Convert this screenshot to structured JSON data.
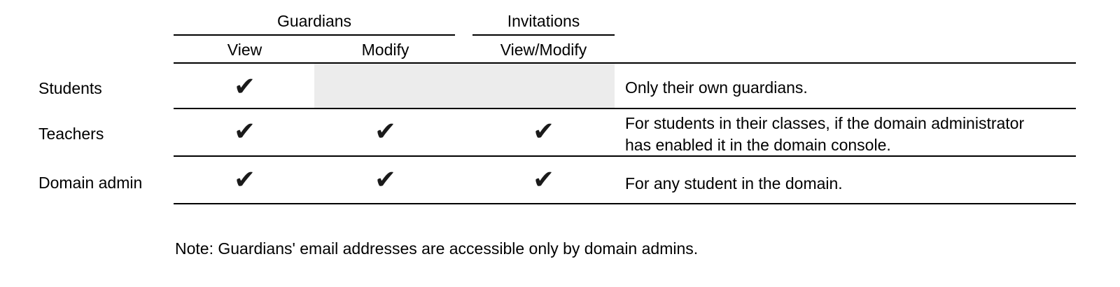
{
  "table": {
    "column_groups": [
      {
        "label": "Guardians",
        "subcolumns": [
          "View",
          "Modify"
        ]
      },
      {
        "label": "Invitations",
        "subcolumns": [
          "View/Modify"
        ]
      }
    ],
    "check_icon": "✔",
    "rows": [
      {
        "label": "Students",
        "permissions": {
          "guardians_view": "✔",
          "guardians_modify": "",
          "invitations_view_modify": ""
        },
        "note_lines": [
          "Only their own guardians."
        ]
      },
      {
        "label": "Teachers",
        "permissions": {
          "guardians_view": "✔",
          "guardians_modify": "✔",
          "invitations_view_modify": "✔"
        },
        "note_lines": [
          "For students in their classes, if the domain administrator",
          "has enabled it in the domain console."
        ]
      },
      {
        "label": "Domain admin",
        "permissions": {
          "guardians_view": "✔",
          "guardians_modify": "✔",
          "invitations_view_modify": "✔"
        },
        "note_lines": [
          "For any student in the domain."
        ]
      }
    ]
  },
  "footnote": "Note: Guardians' email addresses are accessible only by domain admins.",
  "colors": {
    "text": "#000000",
    "line": "#000000",
    "disabled_cell": "#ececec",
    "check": "#1a1a1a"
  }
}
